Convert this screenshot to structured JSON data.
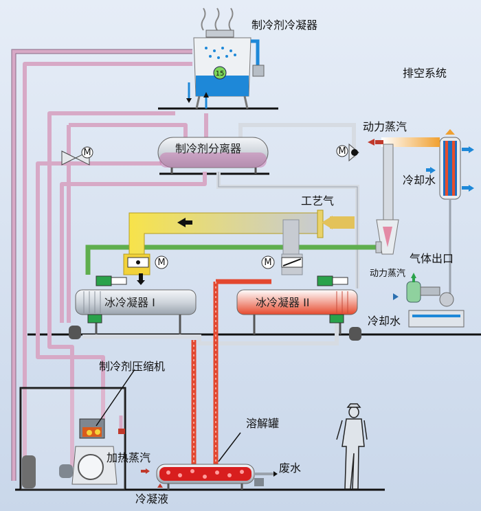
{
  "labels": {
    "refrigerant_condenser": "制冷剂冷凝器",
    "unit_number": "15",
    "vent_system": "排空系统",
    "motive_steam_top": "动力蒸汽",
    "refrigerant_separator": "制冷剂分离器",
    "cooling_water_top": "冷却水",
    "process_gas": "工艺气",
    "gas_outlet": "气体出口",
    "motive_steam_small": "动力蒸汽",
    "ice_condenser_1": "冰冷凝器 I",
    "ice_condenser_2": "冰冷凝器 II",
    "cooling_water_bottom": "冷却水",
    "refrigerant_compressor": "制冷剂压缩机",
    "dissolving_tank": "溶解罐",
    "heating_steam": "加热蒸汽",
    "waste_water": "废水",
    "condensate": "冷凝液",
    "motor_symbol": "M"
  },
  "colors": {
    "refrigerant_pipe": "#d7a9c6",
    "process_gas_pipe": "#f2d23a",
    "green_line": "#5fae4e",
    "hot_pipe": "#e3472f",
    "water_blue": "#1e88d8",
    "background": "#d6e1ef"
  }
}
